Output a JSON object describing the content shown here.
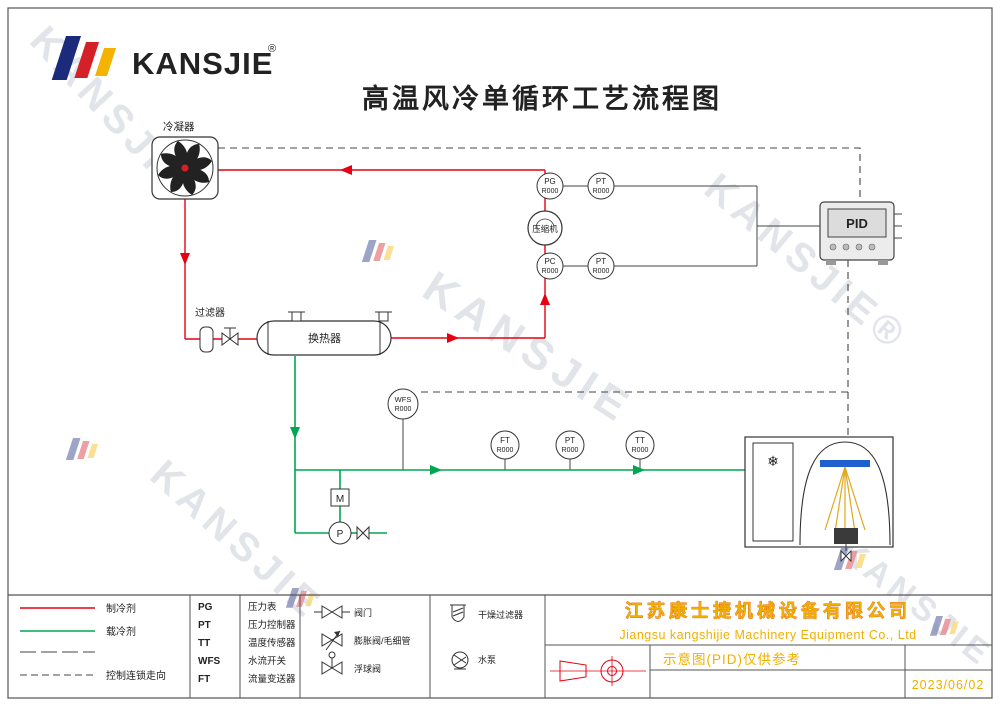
{
  "logo": {
    "text": "KANSJIE",
    "reg": "®"
  },
  "title": "高温风冷单循环工艺流程图",
  "watermark": {
    "text": "KANSJIE",
    "text_reg": "KANSJIE®"
  },
  "colors": {
    "refrigerant": "#e60012",
    "coolant": "#00a650",
    "control": "#444444",
    "brand_navy": "#1b2a7a",
    "brand_red": "#d42027",
    "brand_yellow": "#f5b301",
    "gold_text": "#f0b000"
  },
  "equipment": {
    "condenser": "冷凝器",
    "filter": "过滤器",
    "heat_exchanger": "换热器",
    "compressor": "压缩机",
    "controller": "PID",
    "motor": "M",
    "pump": "P"
  },
  "instruments": {
    "pg_discharge": {
      "tag": "PG",
      "id": "R000"
    },
    "pt_discharge": {
      "tag": "PT",
      "id": "R000"
    },
    "pc_suction": {
      "tag": "PC",
      "id": "R000"
    },
    "pt_suction": {
      "tag": "PT",
      "id": "R000"
    },
    "wfs": {
      "tag": "WFS",
      "id": "R000"
    },
    "ft": {
      "tag": "FT",
      "id": "R000"
    },
    "pt_water": {
      "tag": "PT",
      "id": "R000"
    },
    "tt": {
      "tag": "TT",
      "id": "R000"
    }
  },
  "legend": {
    "line_samples": [
      {
        "label": "制冷剂"
      },
      {
        "label": "载冷剂"
      },
      {
        "label": ""
      },
      {
        "label": "控制连锁走向"
      }
    ],
    "abbr": [
      {
        "abbr": "PG",
        "meaning": "压力表"
      },
      {
        "abbr": "PT",
        "meaning": "压力控制器"
      },
      {
        "abbr": "TT",
        "meaning": "温度传感器"
      },
      {
        "abbr": "WFS",
        "meaning": "水流开关"
      },
      {
        "abbr": "FT",
        "meaning": "流量变送器"
      }
    ],
    "symbols": [
      {
        "label": "阀门"
      },
      {
        "label": "膨胀阀/毛细管"
      },
      {
        "label": "浮球阀"
      }
    ],
    "symbols2": [
      {
        "label": "干燥过滤器"
      },
      {
        "label": "水泵"
      }
    ]
  },
  "titleblock": {
    "company_cn": "江苏康士捷机械设备有限公司",
    "company_en": "Jiangsu kangshijie Machinery Equipment Co., Ltd",
    "note": "示意图(PID)仅供参考",
    "date": "2023/06/02"
  }
}
